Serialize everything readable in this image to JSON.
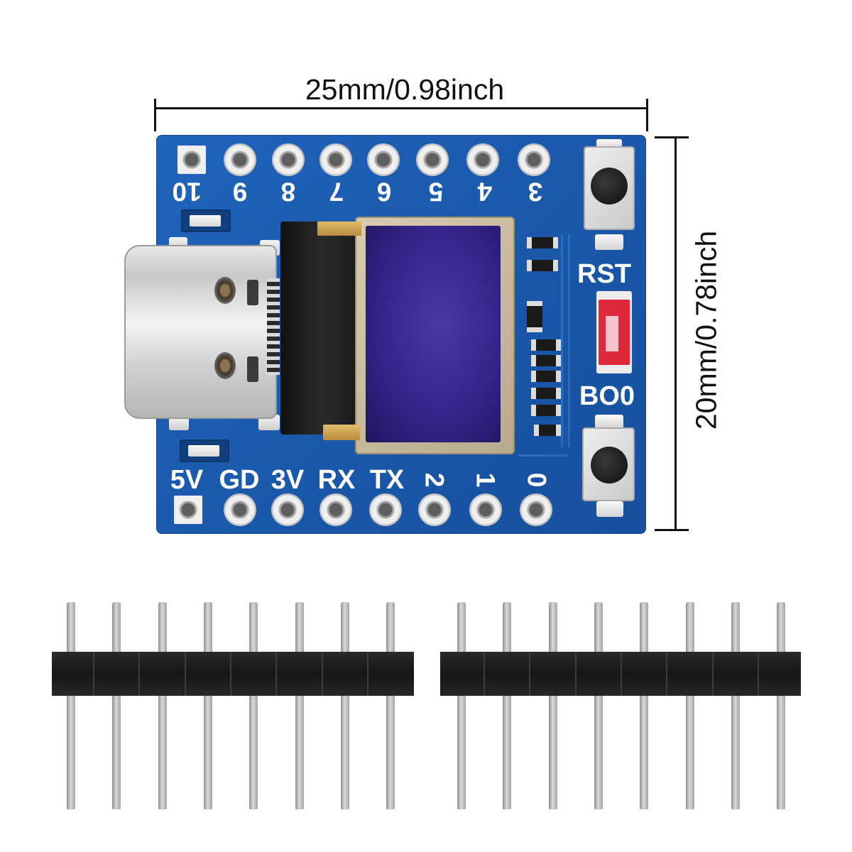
{
  "dimensions": {
    "width_label": "25mm/0.98inch",
    "height_label": "20mm/0.78inch"
  },
  "board": {
    "top_pins": [
      "10",
      "9",
      "8",
      "7",
      "6",
      "5",
      "4",
      "3"
    ],
    "bottom_pins": [
      "5V",
      "GD",
      "3V",
      "RX",
      "TX",
      "2",
      "1",
      "0"
    ],
    "buttons": {
      "reset_label": "RST",
      "boot_label": "BO0"
    }
  },
  "colors": {
    "pcb": "#1b5cb4",
    "pad": "#e0e0e0",
    "screen": "#35258a",
    "switch": "#e0283c",
    "header_plastic": "#1e1e1e"
  }
}
